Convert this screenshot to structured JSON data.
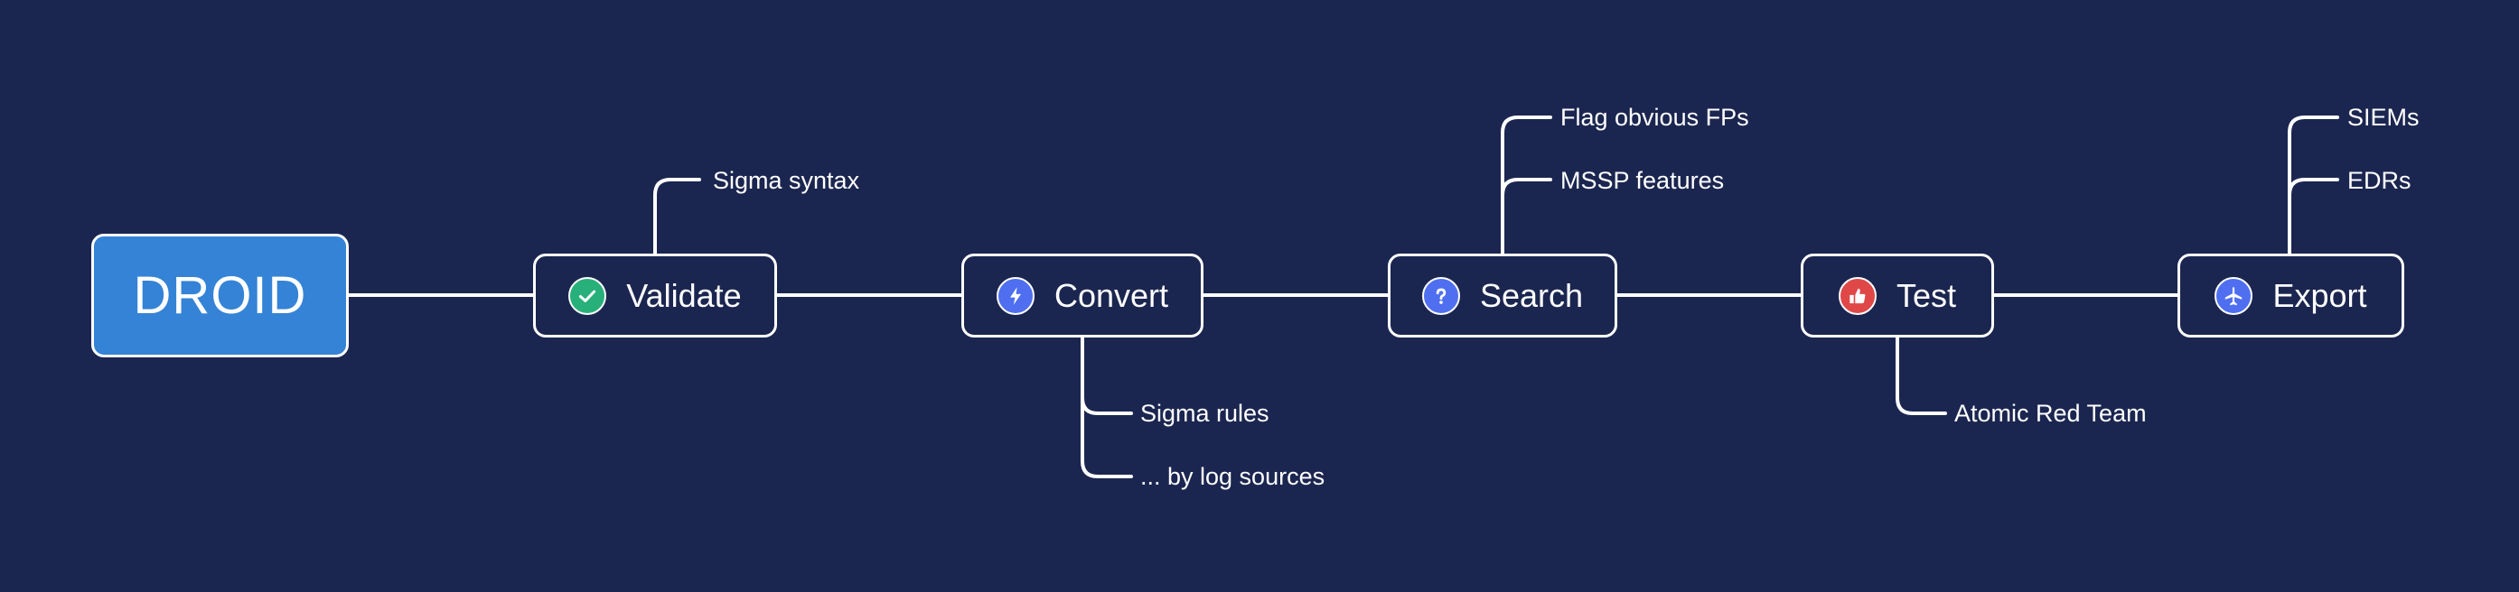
{
  "root": {
    "label": "DROID",
    "color": "#3483d6"
  },
  "background_color": "#1b2650",
  "steps": [
    {
      "label": "Validate",
      "icon": "check-circle-icon",
      "icon_color": "#27b07a",
      "leaves": [
        "Sigma syntax"
      ]
    },
    {
      "label": "Convert",
      "icon": "lightning-icon",
      "icon_color": "#4f6ff0",
      "leaves": [
        "Sigma rules",
        "... by log sources"
      ]
    },
    {
      "label": "Search",
      "icon": "question-icon",
      "icon_color": "#4f6ff0",
      "leaves": [
        "Flag obvious FPs",
        "MSSP features"
      ]
    },
    {
      "label": "Test",
      "icon": "thumbs-up-icon",
      "icon_color": "#e04848",
      "leaves": [
        "Atomic Red Team"
      ]
    },
    {
      "label": "Export",
      "icon": "airplane-icon",
      "icon_color": "#4f6ff0",
      "leaves": [
        "SIEMs",
        "EDRs"
      ]
    }
  ]
}
